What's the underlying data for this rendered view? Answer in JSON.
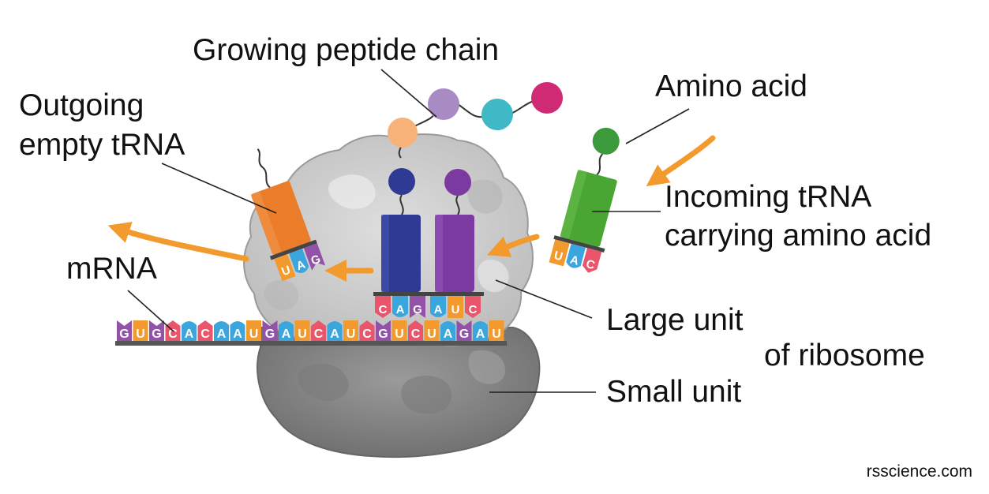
{
  "labels": {
    "growing_peptide_chain": "Growing peptide chain",
    "amino_acid": "Amino acid",
    "outgoing_line1": "Outgoing",
    "outgoing_line2": "empty tRNA",
    "incoming_line1": "Incoming tRNA",
    "incoming_line2": "carrying amino acid",
    "mrna": "mRNA",
    "large_unit_line1": "Large unit",
    "large_unit_line2": "of ribosome",
    "small_unit": "Small unit"
  },
  "credit": "rsscience.com",
  "mrna_sequence": [
    "G",
    "U",
    "G",
    "C",
    "A",
    "C",
    "A",
    "A",
    "U",
    "G",
    "A",
    "U",
    "C",
    "A",
    "U",
    "C",
    "G",
    "U",
    "C",
    "U",
    "A",
    "G",
    "A",
    "U"
  ],
  "anticodons": {
    "outgoing": [
      "U",
      "A",
      "G"
    ],
    "p_site": [
      "C",
      "A",
      "G"
    ],
    "a_site": [
      "A",
      "U",
      "C"
    ],
    "incoming": [
      "U",
      "A",
      "C"
    ]
  },
  "colors": {
    "base_colors": {
      "A": "#3aa6dd",
      "U": "#f39a2e",
      "G": "#9152a8",
      "C": "#e9566b"
    },
    "ribosome_large": "#c9c9c9",
    "ribosome_small": "#8a8a8a",
    "trna_outgoing": "#ea7c2a",
    "trna_p_site": "#2e3a94",
    "trna_a_site": "#7b3aa0",
    "trna_incoming": "#4aa632",
    "arrow": "#f39a2e",
    "peptide": [
      "#f7b27a",
      "#a98bc4",
      "#3fb9c6",
      "#cf2a74"
    ],
    "incoming_amino_acid": "#3c9a3c"
  }
}
